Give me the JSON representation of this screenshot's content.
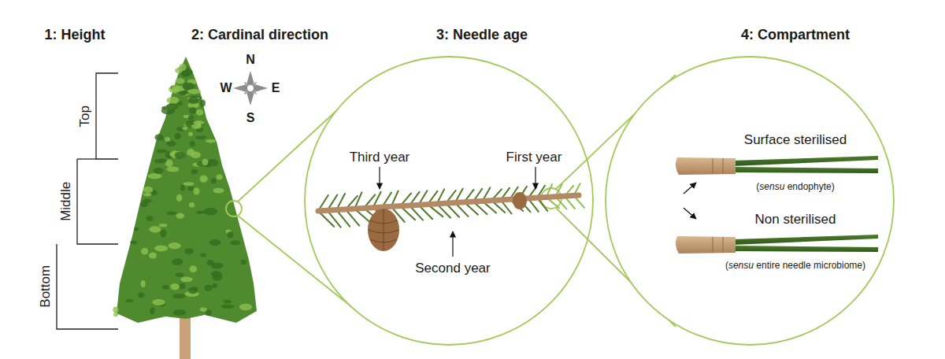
{
  "diagram": {
    "labels": [
      "1: Height",
      "2: Cardinal direction",
      "3: Needle age",
      "4: Compartment",
      "Top",
      "Middle",
      "Bottom",
      "N",
      "W",
      "E",
      "S",
      "Third year",
      "First year",
      "Second year",
      "Surface sterilised",
      "(sensu endophyte)",
      "Non sterilised",
      "(sensu entire needle microbiome)"
    ]
  }
}
